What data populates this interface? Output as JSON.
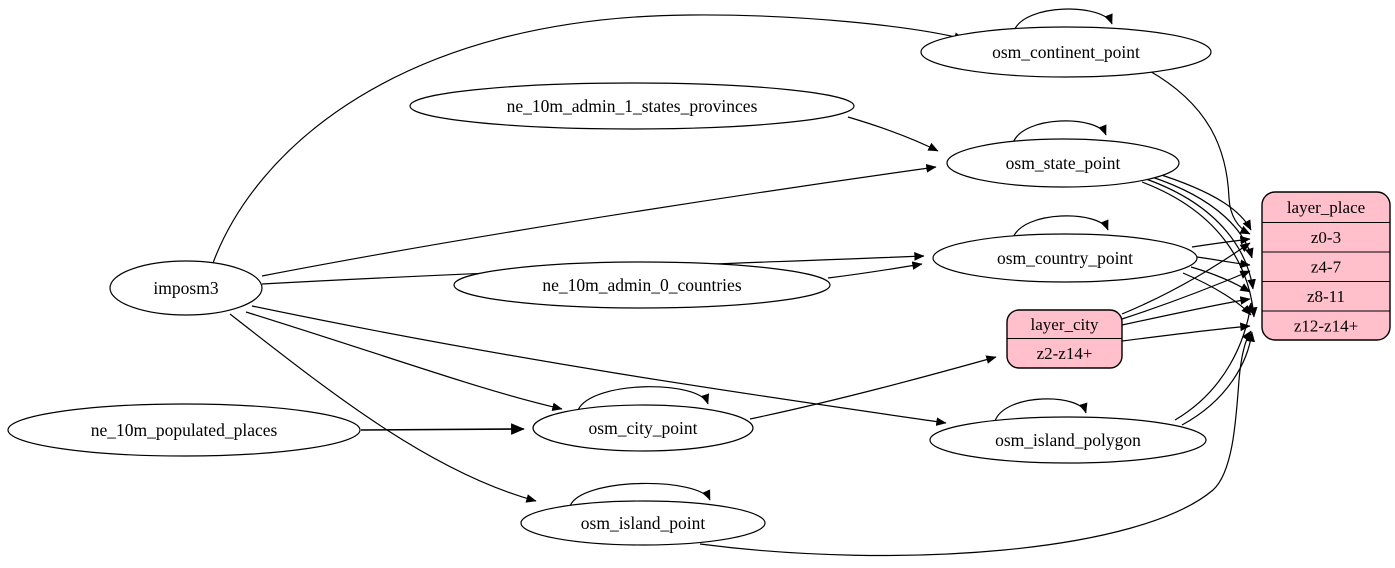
{
  "diagram": {
    "title": "place layer ETL graph",
    "colors": {
      "background": "#ffffff",
      "edge": "#000000",
      "ellipse_fill": "#ffffff",
      "record_fill": "#ffc0cb",
      "record_stroke": "#000000"
    },
    "nodes": {
      "imposm3": {
        "label": "imposm3",
        "type": "ellipse"
      },
      "ne_10m_admin_1_states_provinces": {
        "label": "ne_10m_admin_1_states_provinces",
        "type": "ellipse"
      },
      "ne_10m_admin_0_countries": {
        "label": "ne_10m_admin_0_countries",
        "type": "ellipse"
      },
      "ne_10m_populated_places": {
        "label": "ne_10m_populated_places",
        "type": "ellipse"
      },
      "osm_continent_point": {
        "label": "osm_continent_point",
        "type": "ellipse",
        "self_loop": true
      },
      "osm_state_point": {
        "label": "osm_state_point",
        "type": "ellipse",
        "self_loop": true
      },
      "osm_country_point": {
        "label": "osm_country_point",
        "type": "ellipse",
        "self_loop": true
      },
      "osm_city_point": {
        "label": "osm_city_point",
        "type": "ellipse",
        "self_loop": true
      },
      "osm_island_polygon": {
        "label": "osm_island_polygon",
        "type": "ellipse",
        "self_loop": true
      },
      "osm_island_point": {
        "label": "osm_island_point",
        "type": "ellipse",
        "self_loop": true
      },
      "layer_city": {
        "label": "layer_city",
        "type": "record",
        "rows": [
          "z2-z14+"
        ]
      },
      "layer_place": {
        "label": "layer_place",
        "type": "record",
        "rows": [
          "z0-3",
          "z4-7",
          "z8-11",
          "z12-z14+"
        ]
      }
    },
    "edges": [
      {
        "from": "imposm3",
        "to": "osm_continent_point"
      },
      {
        "from": "imposm3",
        "to": "osm_state_point"
      },
      {
        "from": "imposm3",
        "to": "osm_country_point"
      },
      {
        "from": "imposm3",
        "to": "osm_city_point"
      },
      {
        "from": "imposm3",
        "to": "osm_island_polygon"
      },
      {
        "from": "imposm3",
        "to": "osm_island_point"
      },
      {
        "from": "ne_10m_admin_1_states_provinces",
        "to": "osm_state_point"
      },
      {
        "from": "ne_10m_admin_0_countries",
        "to": "osm_country_point"
      },
      {
        "from": "ne_10m_populated_places",
        "to": "osm_city_point"
      },
      {
        "from": "osm_continent_point",
        "to": "osm_continent_point"
      },
      {
        "from": "osm_state_point",
        "to": "osm_state_point"
      },
      {
        "from": "osm_country_point",
        "to": "osm_country_point"
      },
      {
        "from": "osm_city_point",
        "to": "osm_city_point"
      },
      {
        "from": "osm_island_polygon",
        "to": "osm_island_polygon"
      },
      {
        "from": "osm_island_point",
        "to": "osm_island_point"
      },
      {
        "from": "osm_continent_point",
        "to": "layer_place",
        "to_row": "z0-3"
      },
      {
        "from": "osm_state_point",
        "to": "layer_place",
        "to_row": "z0-3"
      },
      {
        "from": "osm_state_point",
        "to": "layer_place",
        "to_row": "z4-7"
      },
      {
        "from": "osm_state_point",
        "to": "layer_place",
        "to_row": "z8-11"
      },
      {
        "from": "osm_state_point",
        "to": "layer_place",
        "to_row": "z12-z14+"
      },
      {
        "from": "osm_country_point",
        "to": "layer_place",
        "to_row": "z0-3"
      },
      {
        "from": "osm_country_point",
        "to": "layer_place",
        "to_row": "z4-7"
      },
      {
        "from": "osm_country_point",
        "to": "layer_place",
        "to_row": "z8-11"
      },
      {
        "from": "osm_country_point",
        "to": "layer_place",
        "to_row": "z12-z14+"
      },
      {
        "from": "osm_city_point",
        "to": "layer_city",
        "to_row": "z2-z14+"
      },
      {
        "from": "layer_city",
        "to": "layer_place",
        "to_row": "z0-3"
      },
      {
        "from": "layer_city",
        "to": "layer_place",
        "to_row": "z4-7"
      },
      {
        "from": "layer_city",
        "to": "layer_place",
        "to_row": "z8-11"
      },
      {
        "from": "layer_city",
        "to": "layer_place",
        "to_row": "z12-z14+"
      },
      {
        "from": "osm_island_polygon",
        "to": "layer_place",
        "to_row": "z8-11"
      },
      {
        "from": "osm_island_polygon",
        "to": "layer_place",
        "to_row": "z12-z14+"
      },
      {
        "from": "osm_island_point",
        "to": "layer_place",
        "to_row": "z12-z14+"
      }
    ]
  }
}
